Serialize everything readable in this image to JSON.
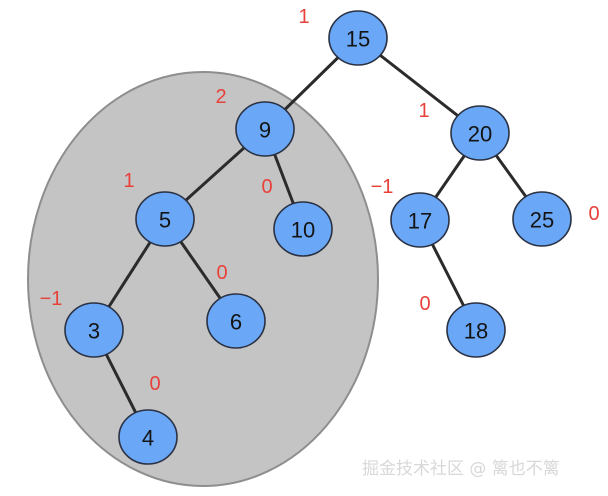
{
  "tree": {
    "nodes": [
      {
        "id": "n15",
        "value": "15",
        "balance": "1"
      },
      {
        "id": "n9",
        "value": "9",
        "balance": "2"
      },
      {
        "id": "n20",
        "value": "20",
        "balance": "1"
      },
      {
        "id": "n5",
        "value": "5",
        "balance": "1"
      },
      {
        "id": "n10",
        "value": "10",
        "balance": "0"
      },
      {
        "id": "n17",
        "value": "17",
        "balance": "−1"
      },
      {
        "id": "n25",
        "value": "25",
        "balance": "0"
      },
      {
        "id": "n3",
        "value": "3",
        "balance": "−1"
      },
      {
        "id": "n6",
        "value": "6",
        "balance": "0"
      },
      {
        "id": "n18",
        "value": "18",
        "balance": "0"
      },
      {
        "id": "n4",
        "value": "4",
        "balance": "0"
      }
    ],
    "edges": [
      [
        "n15",
        "n9"
      ],
      [
        "n15",
        "n20"
      ],
      [
        "n9",
        "n5"
      ],
      [
        "n9",
        "n10"
      ],
      [
        "n20",
        "n17"
      ],
      [
        "n20",
        "n25"
      ],
      [
        "n5",
        "n3"
      ],
      [
        "n5",
        "n6"
      ],
      [
        "n17",
        "n18"
      ],
      [
        "n3",
        "n4"
      ]
    ],
    "highlighted_subtree_root": "n9"
  },
  "colors": {
    "node_fill": "#6aa8f7",
    "node_stroke": "#2a3142",
    "balance_factor": "#e8413a",
    "highlight_fill": "#c4c4c4"
  },
  "watermark": "掘金技术社区 @ 篱也不篱"
}
